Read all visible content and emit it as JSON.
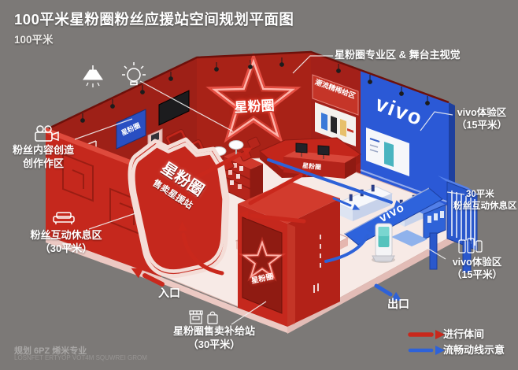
{
  "title": "100平米星粉圈粉丝应援站空间规划平面图",
  "subtitle": "100平米",
  "labels": {
    "stage_area": "星粉圈专业区 & 舞台主视觉",
    "vivo_zone_top_1": "vivo体验区",
    "vivo_zone_top_2": "（15平米）",
    "fan_content_1": "粉丝内容创造",
    "fan_content_2": "创作作区",
    "rest_left_1": "粉丝互动休息区",
    "rest_left_2": "（30平米）",
    "rest_right_1": "30平米",
    "rest_right_2": "粉丝互动休息区",
    "vivo_zone_bottom_1": "vivo体验区",
    "vivo_zone_bottom_2": "（15平米）",
    "entrance": "入口",
    "exit": "出口",
    "supply_station_1": "星粉圈售卖补给站",
    "supply_station_2": "（30平米）"
  },
  "scene_text": {
    "neon_star": "星粉圈",
    "sign_title": "星粉圈",
    "sign_subtitle": "售卖星援站",
    "back_banner": "潮流精稀给区",
    "vivo_wall_logo": "vivo",
    "vivo_ribbon_logo": "vivo",
    "stage_counter": "星粉圈",
    "side_screen": "星粉圈",
    "front_panel": "星粉圈"
  },
  "legend": {
    "flow_red": "进行体间",
    "flow_blue": "流畅动线示意"
  },
  "icons": {
    "fan_content": "video-camera-icon",
    "rest_left": "sofa-icon",
    "supply_1": "storefront-icon",
    "supply_2": "shopping-bag-icon",
    "vivo_bottom": "phones-icon",
    "ceiling_1": "pendant-lamp-icon",
    "ceiling_2": "light-bulb-icon"
  },
  "colors": {
    "background": "#7c7977",
    "booth_red": "#c5281d",
    "wall_dark_red": "#9e2017",
    "vivo_blue": "#2b59d6",
    "floor_pink": "#f7eae6",
    "arrow_red": "#c9281c",
    "arrow_blue": "#2e62d8",
    "neon": "#ff5a4a"
  },
  "watermark": {
    "line1": "规划 6PZ 烯米专业",
    "line2": "LOSNFET ERTYOP VOT4M SQUWREI GROM"
  }
}
